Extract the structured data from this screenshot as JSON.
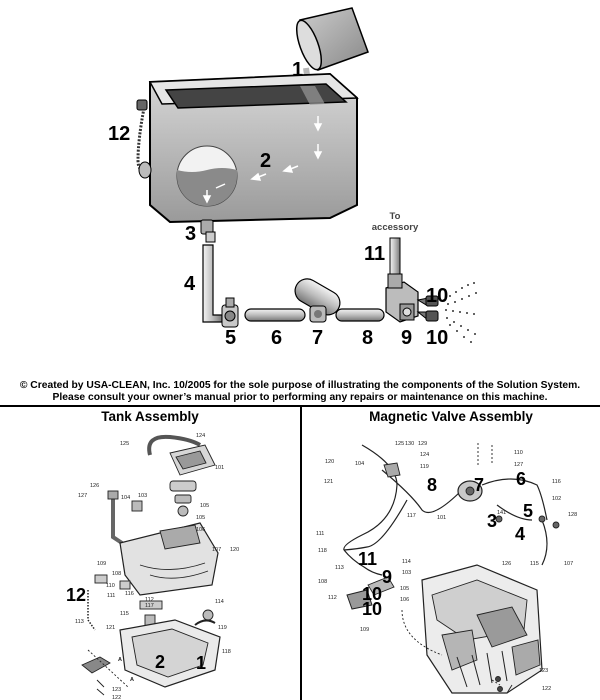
{
  "top": {
    "to_accessory": "To\naccessory",
    "to_accessory_line1": "To",
    "to_accessory_line2": "accessory",
    "callouts": [
      "1",
      "2",
      "3",
      "4",
      "5",
      "6",
      "7",
      "8",
      "9",
      "10",
      "10",
      "11",
      "12"
    ]
  },
  "copyright": {
    "line1": "© Created by USA-CLEAN, Inc. 10/2005 for the sole purpose of illustrating the components of the Solution System.",
    "line2": "Please consult your owner’s manual prior to performing any repairs or maintenance on this machine."
  },
  "tank_assembly": {
    "title": "Tank Assembly",
    "big_callouts": [
      "12",
      "2",
      "1"
    ],
    "part_numbers": [
      "124",
      "125",
      "101",
      "126",
      "127",
      "104",
      "105",
      "103",
      "105",
      "106",
      "107",
      "108",
      "109",
      "110",
      "111",
      "112",
      "113",
      "114",
      "115",
      "116",
      "117",
      "118",
      "119",
      "120",
      "121",
      "122",
      "123"
    ],
    "letters": [
      "A",
      "A"
    ]
  },
  "magnetic_valve_assembly": {
    "title": "Magnetic Valve Assembly",
    "big_callouts": [
      "8",
      "7",
      "6",
      "5",
      "3",
      "4",
      "11",
      "9",
      "10",
      "10"
    ],
    "part_numbers": [
      "125",
      "130",
      "129",
      "124",
      "119",
      "104",
      "120",
      "110",
      "127",
      "116",
      "102",
      "121",
      "117",
      "101",
      "141",
      "128",
      "118",
      "111",
      "126",
      "115",
      "107",
      "114",
      "103",
      "113",
      "108",
      "105",
      "106",
      "112",
      "109",
      "123",
      "122"
    ]
  }
}
